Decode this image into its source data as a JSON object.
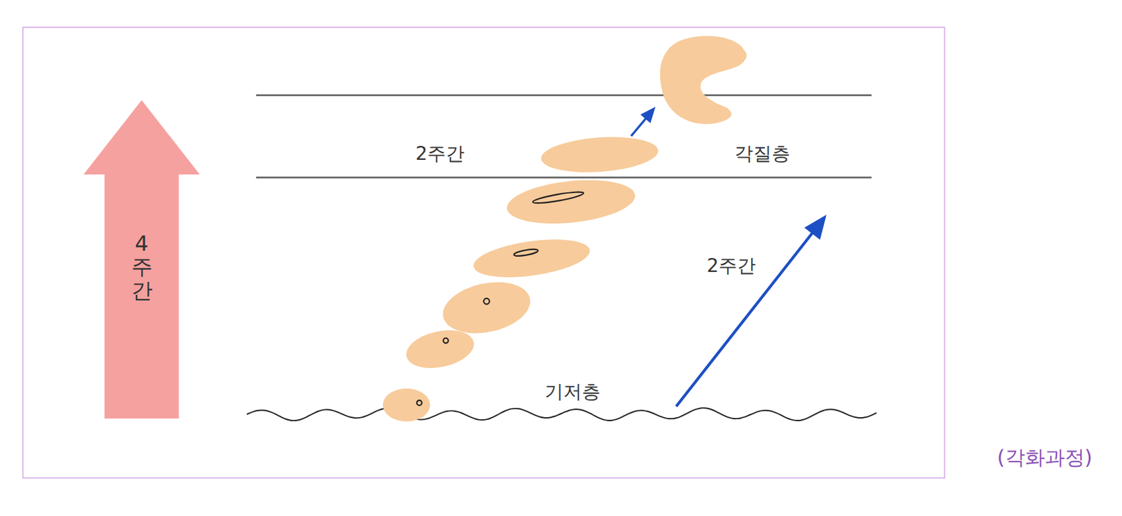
{
  "diagram": {
    "caption": "(각화과정)",
    "nodes": [
      {
        "text": [
          "4주간"
        ]
      }
    ],
    "labels": [
      "2주간",
      "각질층",
      "2주간",
      "기저층"
    ]
  }
}
